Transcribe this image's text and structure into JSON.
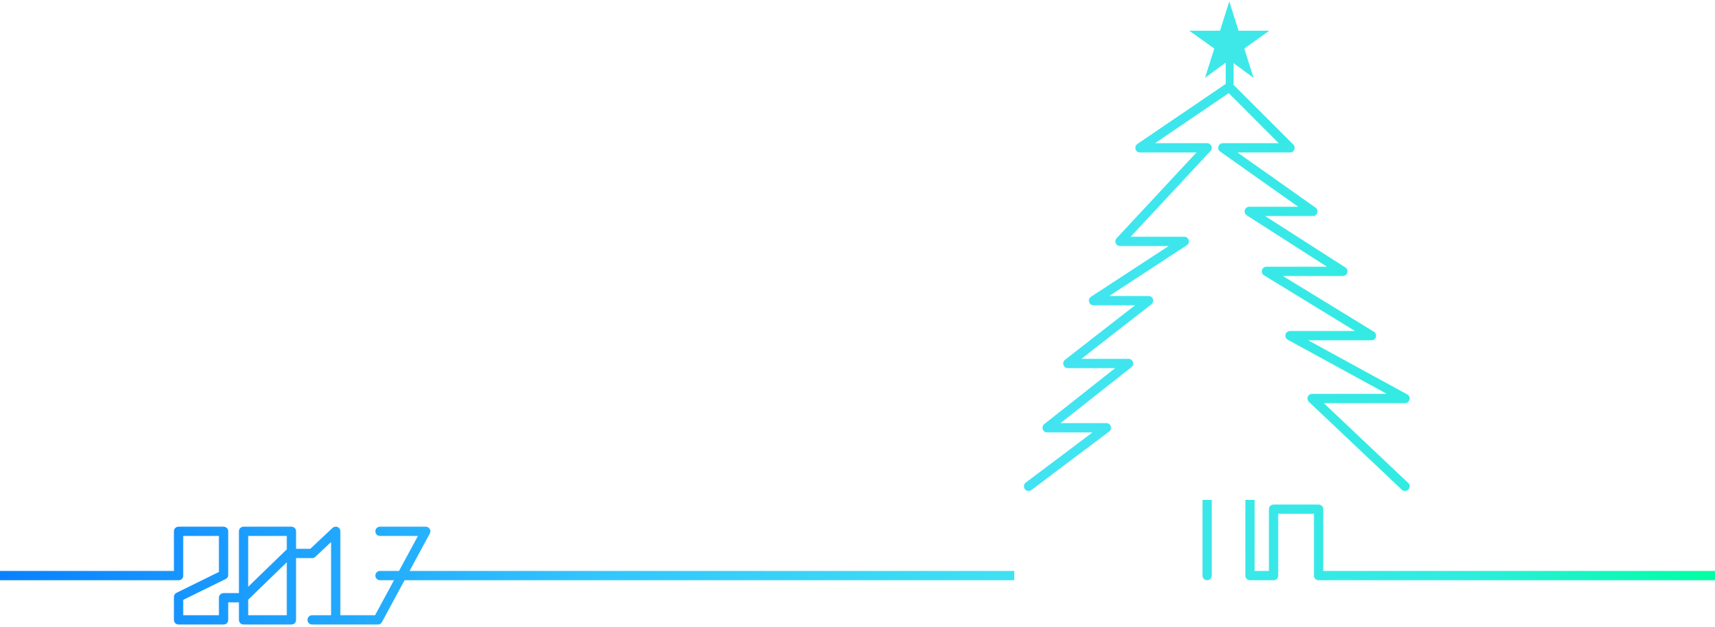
{
  "illustration": {
    "title": "2017",
    "description": "Single continuous gradient line drawing a Christmas tree with a star on top and the year 2017",
    "year_text": "2017",
    "colors": {
      "background": "#ffffff",
      "gradient_start": "#0a80ff",
      "gradient_mid": "#3fe3f0",
      "gradient_end": "#00ffa3",
      "star": "#3ee8e8"
    },
    "icons": [
      "star-icon",
      "christmas-tree-icon"
    ]
  }
}
